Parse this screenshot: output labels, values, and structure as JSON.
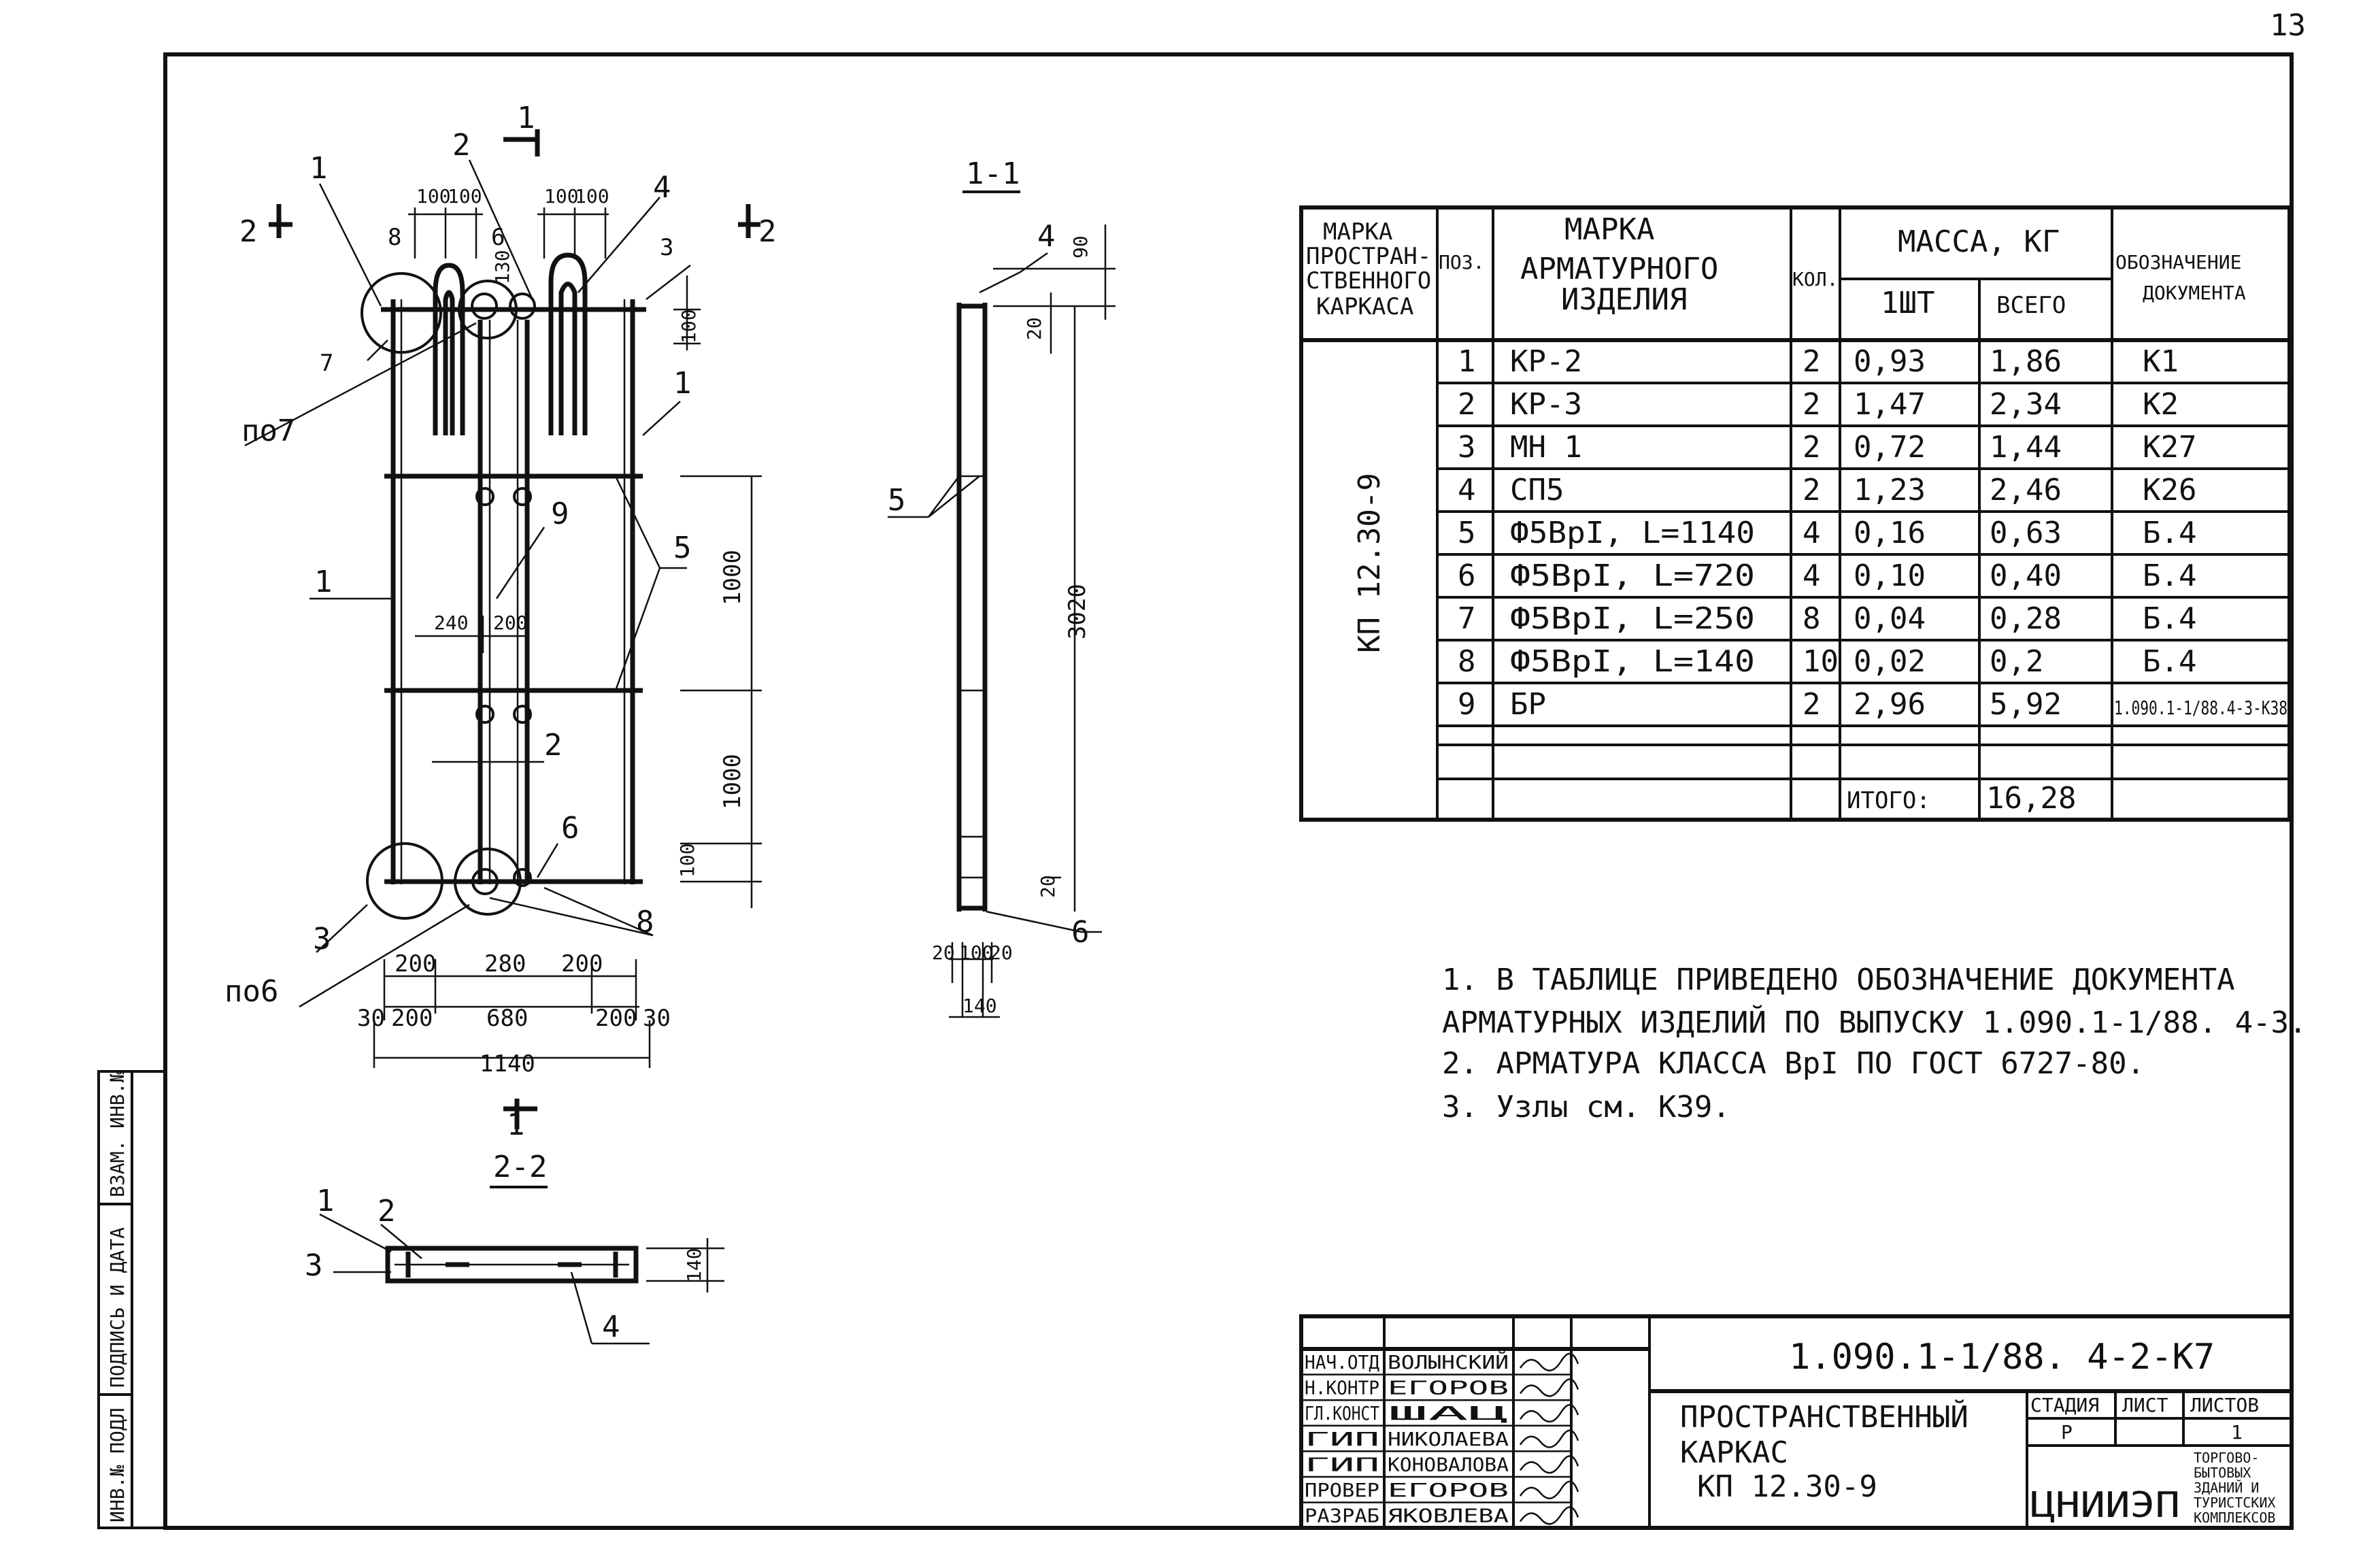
{
  "sheet_number": "13",
  "sections": {
    "s11": "1-1",
    "s22": "2-2"
  },
  "cut_marks": {
    "one": "1",
    "two": "2"
  },
  "dims": {
    "d100": "100",
    "d130": "130",
    "d90": "90",
    "d20": "20",
    "d1000": "1000",
    "d3020": "3020",
    "d240": "240",
    "d200": "200",
    "d280": "280",
    "d680": "680",
    "d30": "30",
    "d1140": "1140",
    "d140": "140"
  },
  "labels": {
    "p1": "1",
    "p2": "2",
    "p3": "3",
    "p4": "4",
    "p5": "5",
    "p6": "6",
    "p7": "7",
    "p8": "8",
    "p9": "9",
    "po7": "по7",
    "po6": "по6"
  },
  "spec_table": {
    "headers": {
      "mark_frame": [
        "МАРКА",
        "ПРОСТРАН-",
        "СТВЕННОГО",
        "КАРКАСА"
      ],
      "pos": "ПОЗ.",
      "mark_item": [
        "МАРКА",
        "АРМАТУРНОГО",
        "ИЗДЕЛИЯ"
      ],
      "qty": "КОЛ.",
      "mass": "МАССА, КГ",
      "mass_one": "1ШТ",
      "mass_total": "ВСЕГО",
      "doc": [
        "ОБОЗНАЧЕНИЕ",
        "ДОКУМЕНТА"
      ]
    },
    "frame_mark": "КП 12.30-9",
    "rows": [
      {
        "pos": "1",
        "mark": "КР-2",
        "qty": "2",
        "one": "0,93",
        "total": "1,86",
        "doc": "К1"
      },
      {
        "pos": "2",
        "mark": "КР-3",
        "qty": "2",
        "one": "1,47",
        "total": "2,34",
        "doc": "К2"
      },
      {
        "pos": "3",
        "mark": "МН 1",
        "qty": "2",
        "one": "0,72",
        "total": "1,44",
        "doc": "К27"
      },
      {
        "pos": "4",
        "mark": "СП5",
        "qty": "2",
        "one": "1,23",
        "total": "2,46",
        "doc": "К26"
      },
      {
        "pos": "5",
        "mark": "Ф5ВрI, L=1140",
        "qty": "4",
        "one": "0,16",
        "total": "0,63",
        "doc": "Б.4"
      },
      {
        "pos": "6",
        "mark": "Ф5ВрI, L=720",
        "qty": "4",
        "one": "0,10",
        "total": "0,40",
        "doc": "Б.4"
      },
      {
        "pos": "7",
        "mark": "Ф5ВрI, L=250",
        "qty": "8",
        "one": "0,04",
        "total": "0,28",
        "doc": "Б.4"
      },
      {
        "pos": "8",
        "mark": "Ф5ВрI, L=140",
        "qty": "10",
        "one": "0,02",
        "total": "0,2",
        "doc": "Б.4"
      },
      {
        "pos": "9",
        "mark": "БР",
        "qty": "2",
        "one": "2,96",
        "total": "5,92",
        "doc": "1.090.1-1/88.4-3-К38"
      }
    ],
    "total_label": "ИТОГО:",
    "total_value": "16,28"
  },
  "notes": [
    "1. В ТАБЛИЦЕ ПРИВЕДЕНО ОБОЗНАЧЕНИЕ ДОКУМЕНТА",
    "АРМАТУРНЫХ ИЗДЕЛИЙ ПО ВЫПУСКУ 1.090.1-1/88. 4-3.",
    "2. АРМАТУРА КЛАССА ВрI ПО ГОСТ 6727-80.",
    "3. Узлы см. К39."
  ],
  "title_block": {
    "code": "1.090.1-1/88. 4-2-К7",
    "title_lines": [
      "ПРОСТРАНСТВЕННЫЙ",
      "КАРКАС",
      "КП 12.30-9"
    ],
    "stage_header": "СТАДИЯ",
    "sheet_header": "ЛИСТ",
    "sheets_header": "ЛИСТОВ",
    "stage": "Р",
    "sheets": "1",
    "org": "ЦНИИЭП",
    "org_sub": [
      "ТОРГОВО-",
      "БЫТОВЫХ",
      "ЗДАНИЙ И",
      "ТУРИСТСКИХ",
      "КОМПЛЕКСОВ"
    ],
    "staff": [
      {
        "role": "НАЧ.ОТД",
        "name": "ВОЛЫНСКИЙ"
      },
      {
        "role": "Н.КОНТР",
        "name": "ЕГОРОВ"
      },
      {
        "role": "ГЛ.КОНСТ",
        "name": "ШАЦ"
      },
      {
        "role": "ГИП",
        "name": "НИКОЛАЕВА"
      },
      {
        "role": "ГИП",
        "name": "КОНОВАЛОВА"
      },
      {
        "role": "ПРОВЕР",
        "name": "ЕГОРОВ"
      },
      {
        "role": "РАЗРАБ",
        "name": "ЯКОВЛЕВА"
      }
    ]
  },
  "side_stamp": [
    "ИНВ.№ ПОДЛ",
    "ПОДПИСЬ И ДАТА",
    "ВЗАМ. ИНВ.№"
  ]
}
